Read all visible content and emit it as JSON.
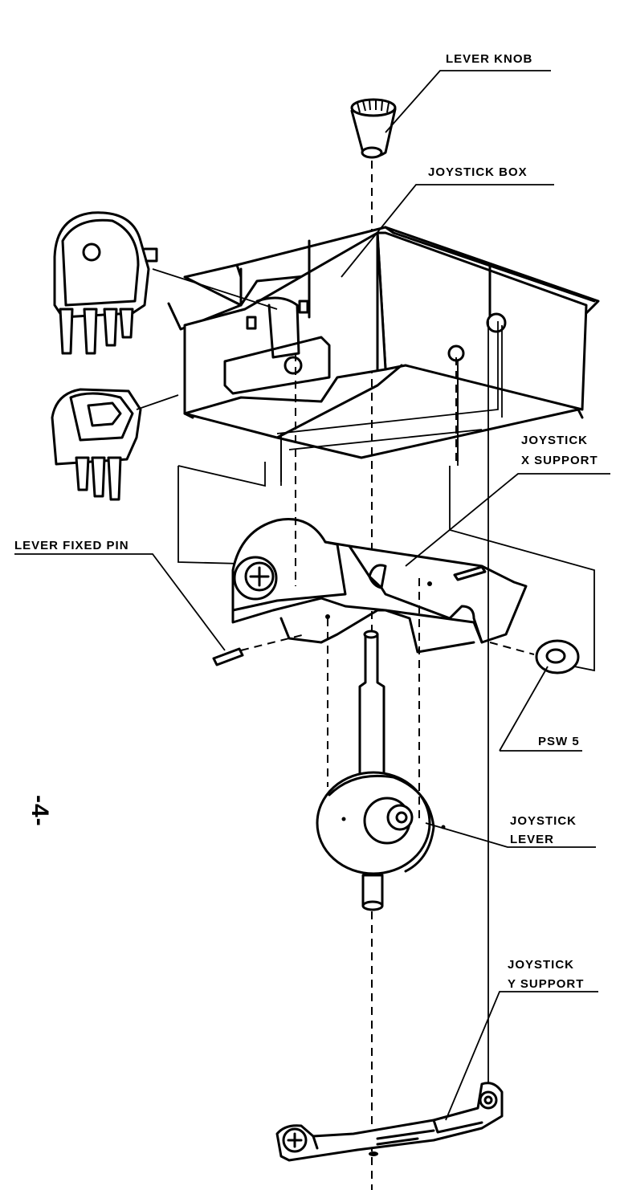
{
  "labels": {
    "lever_knob": "LEVER KNOB",
    "joystick_box": "JOYSTICK BOX",
    "joystick_x_support_1": "JOYSTICK",
    "joystick_x_support_2": "X SUPPORT",
    "lever_fixed_pin": "LEVER FIXED PIN",
    "psw5": "PSW 5",
    "joystick_lever_1": "JOYSTICK",
    "joystick_lever_2": "LEVER",
    "joystick_y_support_1": "JOYSTICK",
    "joystick_y_support_2": "Y SUPPORT"
  },
  "page_number": "-4-"
}
